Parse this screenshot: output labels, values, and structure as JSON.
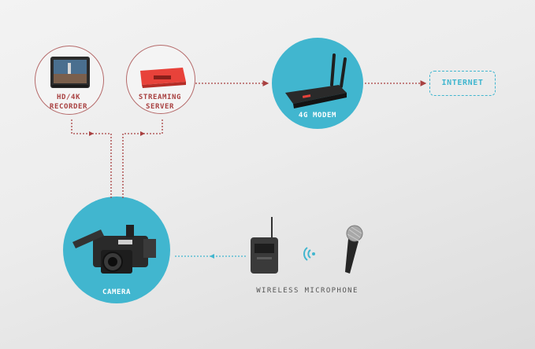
{
  "nodes": {
    "recorder": {
      "label_line1": "HD/4K",
      "label_line2": "RECORDER"
    },
    "streaming_server": {
      "label_line1": "STREAMING",
      "label_line2": "SERVER"
    },
    "modem": {
      "label": "4G MODEM"
    },
    "internet": {
      "label": "INTERNET"
    },
    "camera": {
      "label": "CAMERA"
    },
    "wireless_mic": {
      "label": "WIRELESS MICROPHONE"
    }
  },
  "colors": {
    "accent_teal": "#41b6cf",
    "connector_red": "#a84040",
    "ring_red": "#b56a6a",
    "device_red": "#e8423a"
  },
  "icons": [
    "monitor-recorder-icon",
    "streaming-box-icon",
    "router-icon",
    "camcorder-icon",
    "bodypack-transmitter-icon",
    "wifi-signal-icon",
    "handheld-microphone-icon"
  ]
}
